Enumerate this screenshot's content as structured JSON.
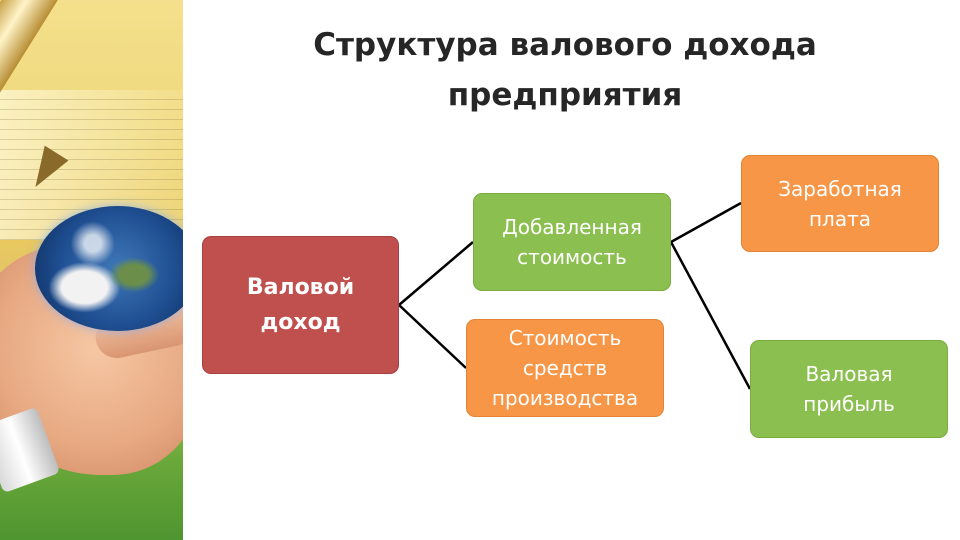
{
  "title": {
    "line1": "Структура валового дохода",
    "line2": "предприятия"
  },
  "nodes": {
    "gross_income": {
      "lines": [
        "Валовой",
        "доход"
      ]
    },
    "added_value": {
      "lines": [
        "Добавленная",
        "стоимость"
      ]
    },
    "means_of_production": {
      "lines": [
        "Стоимость",
        "средств",
        "производства"
      ]
    },
    "wages": {
      "lines": [
        "Заработная",
        "плата"
      ]
    },
    "gross_profit": {
      "lines": [
        "Валовая",
        "прибыль"
      ]
    }
  },
  "edges": [
    {
      "from": "gross_income",
      "to": "added_value"
    },
    {
      "from": "gross_income",
      "to": "means_of_production"
    },
    {
      "from": "added_value",
      "to": "wages"
    },
    {
      "from": "added_value",
      "to": "gross_profit"
    }
  ],
  "colors": {
    "primary_node": "#c0504d",
    "green_node": "#8bbf4f",
    "orange_node": "#f79646",
    "connector": "#000000",
    "title_text": "#262626"
  }
}
